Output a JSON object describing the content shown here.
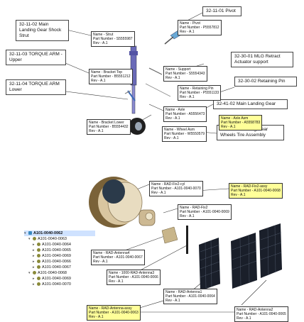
{
  "upper": {
    "callouts": {
      "pivot_ref": "32-11-01 Pivot",
      "main_strut": "32-11-02 Main Landing Gear Shock Strut",
      "torque_upper": "32-11-03 TORQUE ARM - Upper",
      "torque_lower": "32-11-04 TORQUE ARM Lower",
      "retract": "32-30-01 MLG Retract Actuator support",
      "retaining": "32-30-02 Retaining Pin",
      "main_gear": "32-41-02 Main Landing Gear",
      "wheels": "32-41-03 Landing Gear Wheels Tire Assembly"
    },
    "parts": {
      "pivot": {
        "name": "Name - Pivot",
        "pn": "Part Number - P5557812",
        "rev": "Rev - A.1"
      },
      "strut": {
        "name": "Name - Strut",
        "pn": "Part Number - S5555987",
        "rev": "Rev - A.1"
      },
      "support": {
        "name": "Name - Support",
        "pn": "Part Number - S5554343",
        "rev": "Rev - A.1"
      },
      "bracket_top": {
        "name": "Name - Bracket Top",
        "pn": "Part Number - B5551212",
        "rev": "Rev - A.1"
      },
      "retaining_pin": {
        "name": "Name - Retaining Pin",
        "pn": "Part Number - P5551133",
        "rev": "Rev - A.1"
      },
      "axle": {
        "name": "Name - Axle",
        "pn": "Part Number - A5556473",
        "rev": "Rev - A.1"
      },
      "axle_asm": {
        "name": "Name - Axle Asm",
        "pn": "Part Number - A5558783",
        "rev": "Rev - A.1"
      },
      "bracket_lower": {
        "name": "Name - Bracket Lower",
        "pn": "Part Number - B5554432",
        "rev": "Rev - A.1"
      },
      "wheel_asm": {
        "name": "Name - Wheel Asm",
        "pn": "Part Number - W5550579",
        "rev": "Rev - A.1"
      }
    }
  },
  "lower": {
    "tree": {
      "root": "A101-0040-0062",
      "items": [
        "A101-0040-0063",
        "A101-0040-0064",
        "A101-0040-0065",
        "A101-0040-0069",
        "A101-0040-0066",
        "A101-0040-0067",
        "A101-0040-0068",
        "A101-0040-0069",
        "A101-0040-0070"
      ]
    },
    "parts": {
      "fix2_cyl": {
        "name": "Name - RAD-Fix2-cyl",
        "pn": "Part Number - A101-0040-0070",
        "rev": "Rev - A.1"
      },
      "fix2_assy": {
        "name": "Name - RAD-Fix2-assy",
        "pn": "Part Number - A101-0040-0068",
        "rev": "Rev - A.1"
      },
      "fix2": {
        "name": "Name - RAD-Fix2",
        "pn": "Part Number - A101-0040-0069",
        "rev": "Rev - A.1"
      },
      "antenna4": {
        "name": "Name - RAD-Antenna4",
        "pn": "Part Number - A101-0040-0067",
        "rev": "Rev - A.1"
      },
      "antenna3": {
        "name": "Name - 1000-RAD-Antenna3",
        "pn": "Part Number - A101-0040-0066",
        "rev": "Rev - A.1"
      },
      "antenna1": {
        "name": "Name - RAD-Antenna1",
        "pn": "Part Number - A101-0040-0064",
        "rev": "Rev - A.1"
      },
      "antenna_assy": {
        "name": "Name - RAD-Antenna-assy",
        "pn": "Part Number - A101-0040-0063",
        "rev": "Rev - A.1"
      },
      "antenna2": {
        "name": "Name - RAD-Antenna2",
        "pn": "Part Number - A101-0040-0065",
        "rev": "Rev - A.1"
      }
    }
  },
  "colors": {
    "highlight": "#ffff99",
    "leader": "#333333",
    "tree_selected": "#cfe2ff"
  }
}
